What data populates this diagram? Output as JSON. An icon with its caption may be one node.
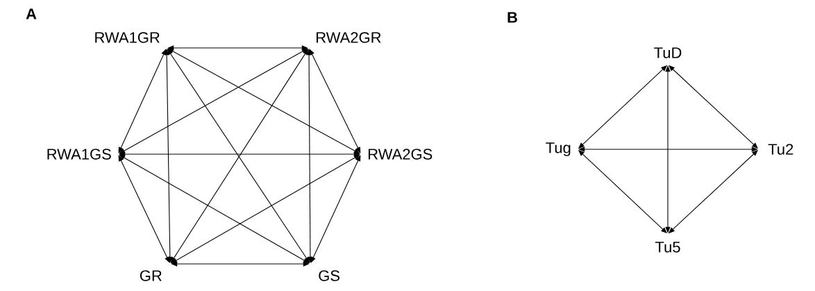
{
  "diagram": {
    "nodes": [
      {
        "text": [
          "RWA1GR"
        ]
      },
      {
        "text": [
          "RWA2GR"
        ]
      },
      {
        "text": [
          "RWA1GS"
        ]
      },
      {
        "text": [
          "RWA2GS"
        ]
      },
      {
        "text": [
          "GR"
        ]
      },
      {
        "text": [
          "GS"
        ]
      },
      {
        "text": [
          "TuD"
        ]
      },
      {
        "text": [
          "Tug"
        ]
      },
      {
        "text": [
          "Tu2"
        ]
      },
      {
        "text": [
          "Tu5"
        ]
      }
    ],
    "edges": [
      {
        "from": 0,
        "to": 1,
        "arrow": "both"
      },
      {
        "from": 1,
        "to": 3,
        "arrow": "both"
      },
      {
        "from": 3,
        "to": 5,
        "arrow": "both"
      },
      {
        "from": 4,
        "to": 5,
        "arrow": "both"
      },
      {
        "from": 2,
        "to": 4,
        "arrow": "both"
      },
      {
        "from": 0,
        "to": 2,
        "arrow": "both"
      },
      {
        "from": 0,
        "to": 4,
        "arrow": "both"
      },
      {
        "from": 0,
        "to": 5,
        "arrow": "both"
      },
      {
        "from": 0,
        "to": 3,
        "arrow": "both"
      },
      {
        "from": 1,
        "to": 2,
        "arrow": "both"
      },
      {
        "from": 1,
        "to": 4,
        "arrow": "both"
      },
      {
        "from": 1,
        "to": 5,
        "arrow": "both"
      },
      {
        "from": 2,
        "to": 3,
        "arrow": "both"
      },
      {
        "from": 2,
        "to": 5,
        "arrow": "both"
      },
      {
        "from": 3,
        "to": 4,
        "arrow": "both"
      },
      {
        "from": 6,
        "to": 7,
        "arrow": "both"
      },
      {
        "from": 6,
        "to": 8,
        "arrow": "both"
      },
      {
        "from": 6,
        "to": 9,
        "arrow": "both"
      },
      {
        "from": 7,
        "to": 8,
        "arrow": "both"
      },
      {
        "from": 7,
        "to": 9,
        "arrow": "both"
      },
      {
        "from": 8,
        "to": 9,
        "arrow": "both"
      }
    ],
    "labels": [
      "A",
      "B"
    ]
  }
}
